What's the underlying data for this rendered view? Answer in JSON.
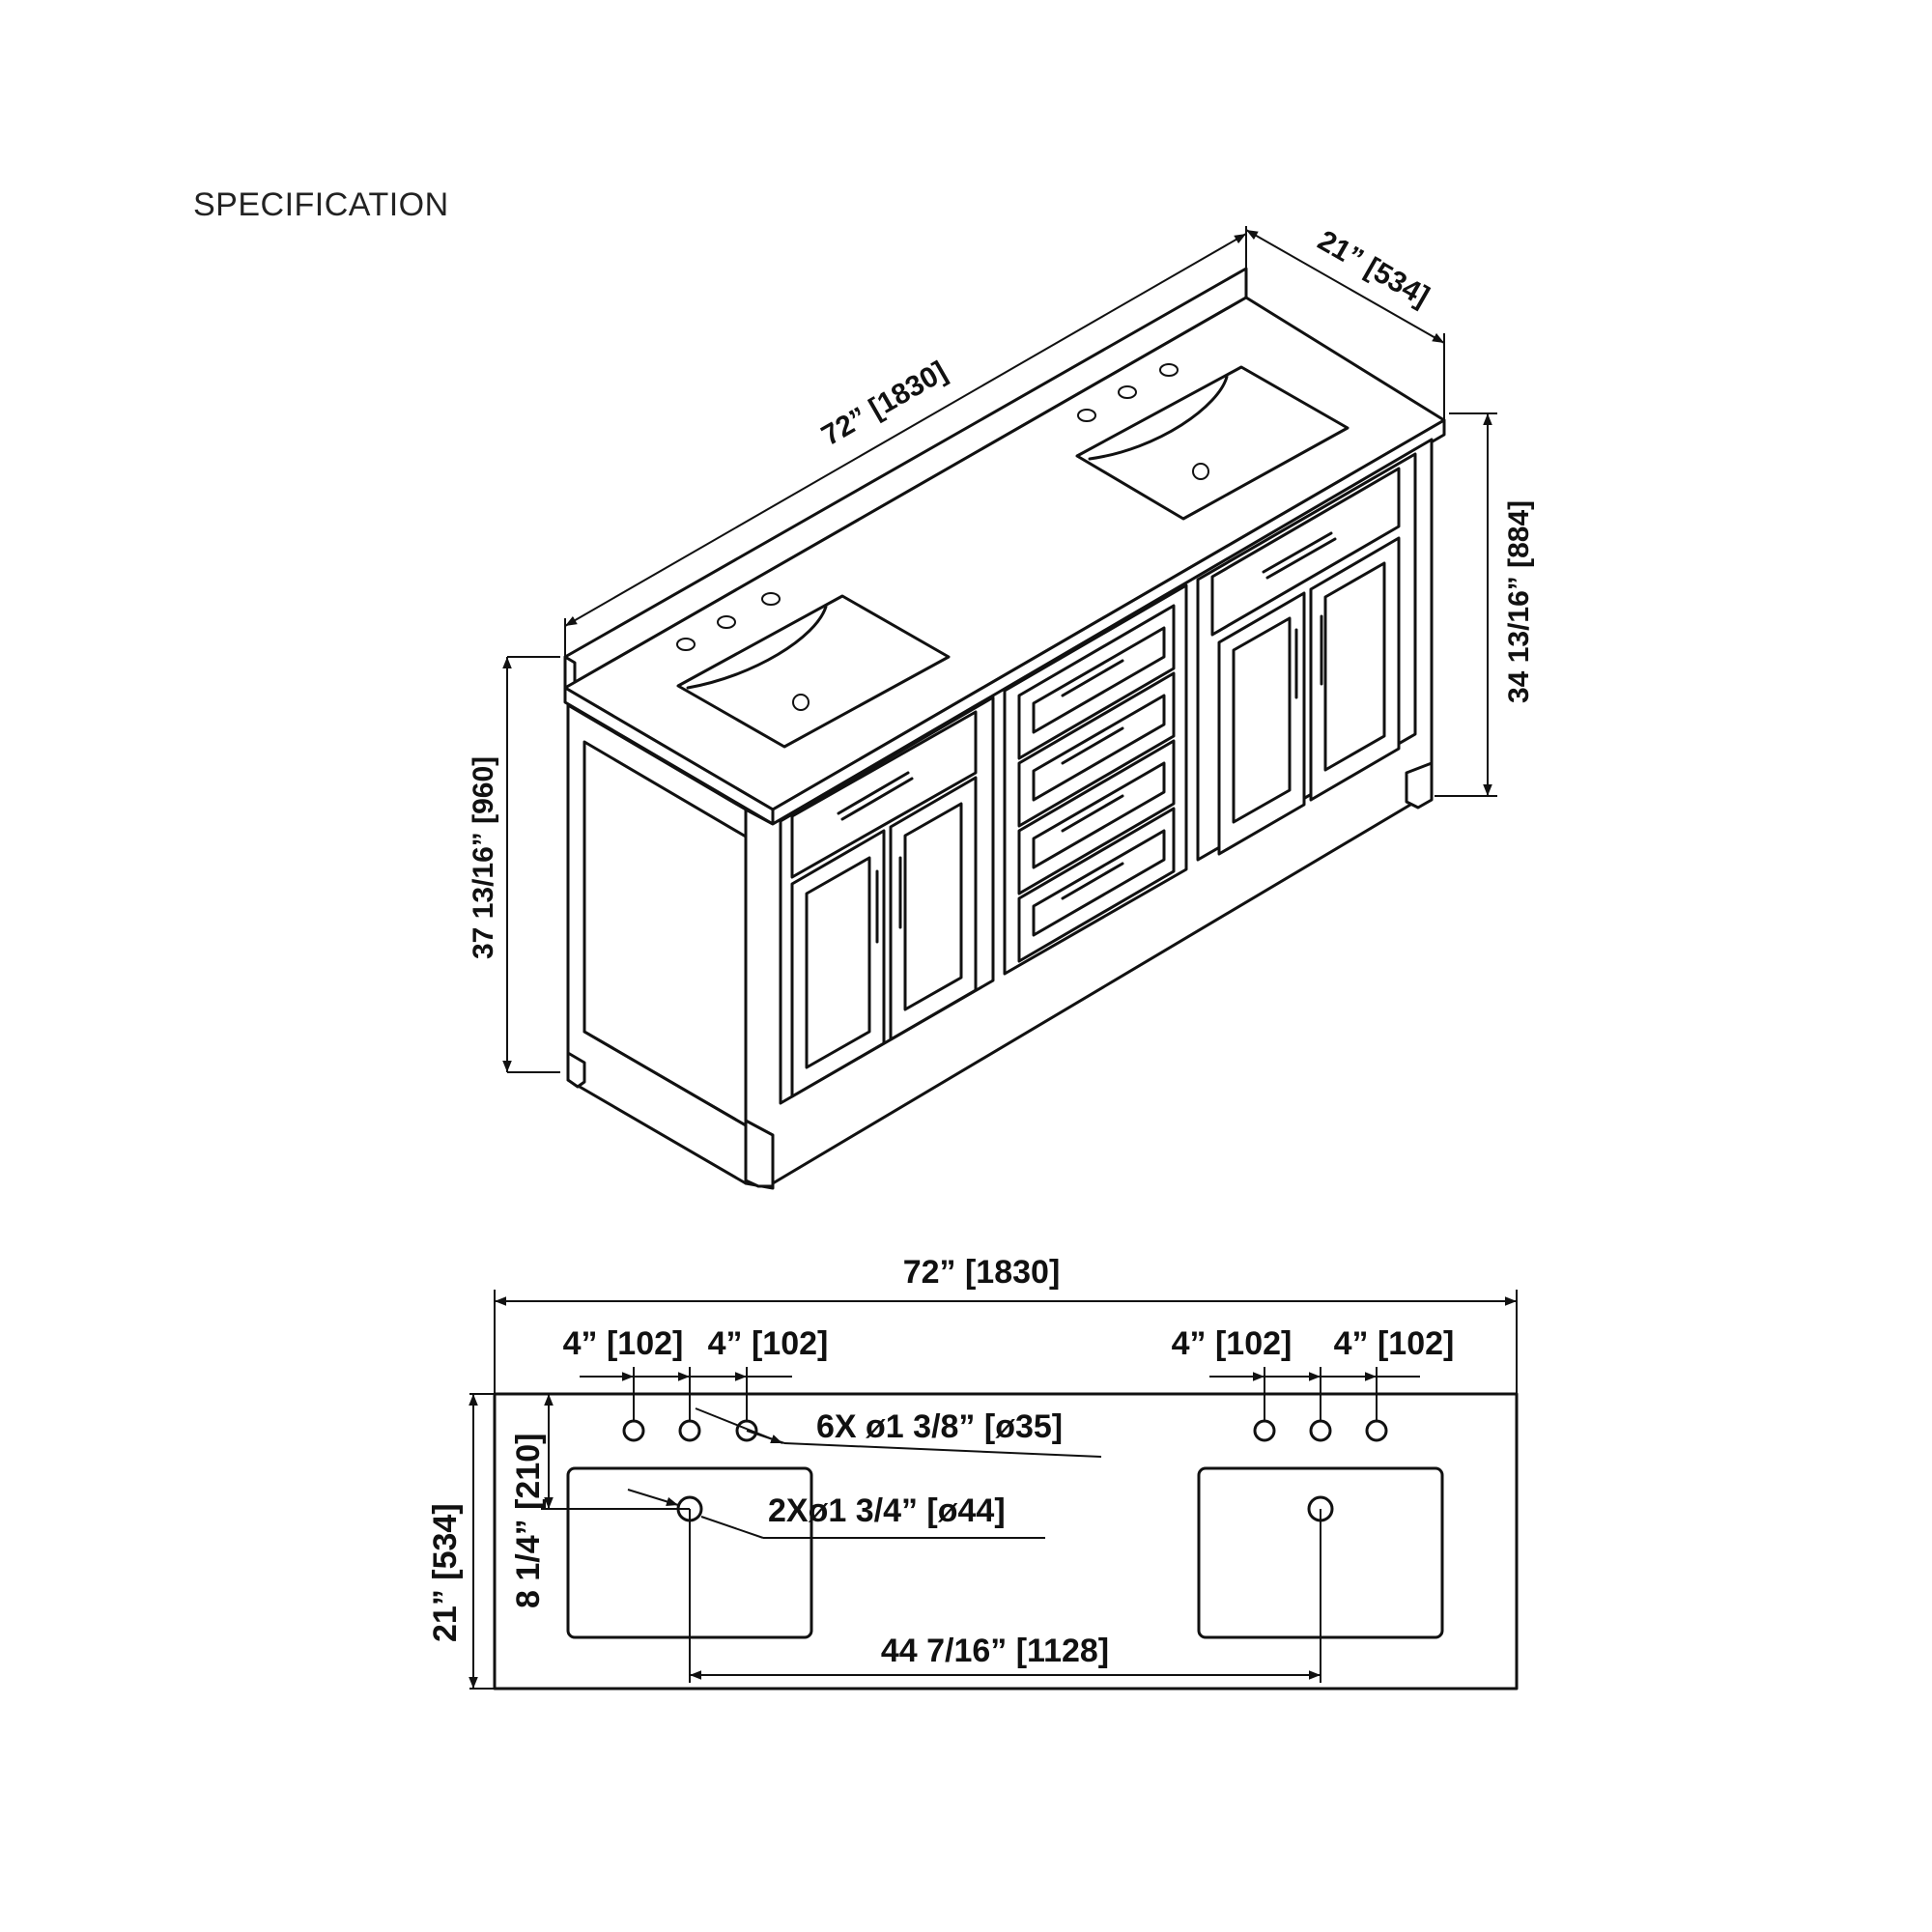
{
  "heading": "SPECIFICATION",
  "iso_view": {
    "width_label": "72” [1830]",
    "depth_label": "21” [534]",
    "total_height_label": "37 13/16” [960]",
    "counter_height_label": "34 13/16” [884]"
  },
  "top_view": {
    "width_label": "72” [1830]",
    "depth_label": "21” [534]",
    "faucet_spacing_labels": [
      "4” [102]",
      "4” [102]",
      "4” [102]",
      "4” [102]"
    ],
    "faucet_hole_callout": "6X ø1 3/8” [ø35]",
    "drain_callout": "2Xø1 3/4” [ø44]",
    "drain_offset_label": "8 1/4” [210]",
    "sink_center_distance_label": "44 7/16” [1128]"
  }
}
